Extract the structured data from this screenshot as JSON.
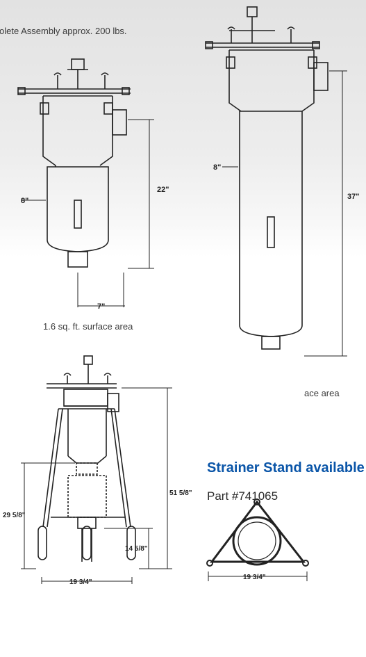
{
  "notes": {
    "assembly": "olete Assembly approx. 200 lbs.",
    "surface_small": "1.6 sq. ft. surface area",
    "surface_large": "ace area"
  },
  "strainer_stand": {
    "title": "Strainer Stand available",
    "part": "Part #741065"
  },
  "dimensions": {
    "small_diameter": "8\"",
    "small_height": "22\"",
    "small_outlet": "7\"",
    "large_diameter": "8\"",
    "large_height": "37\"",
    "stand_height": "51 5/8\"",
    "stand_mid": "29 5/8\"",
    "stand_low": "14 5/8\"",
    "stand_base": "19 3/4\"",
    "top_view_base": "19 3/4\""
  }
}
